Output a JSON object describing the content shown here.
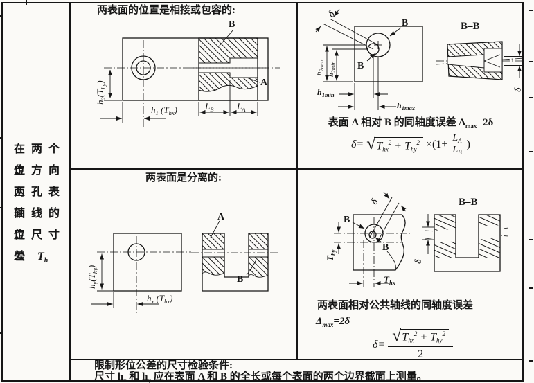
{
  "palette": {
    "ink": "#161616",
    "paper": "#fbfaf7"
  },
  "row_header": {
    "lines": [
      "在两个定",
      "位方向上",
      "两孔表面",
      "轴线的定",
      "位尺寸公"
    ],
    "tail_char": "差",
    "tail_symbol": "T",
    "tail_symbol_sub": "h"
  },
  "case1": {
    "header": "两表面的位置是相接或包容的:",
    "front_view": {
      "dim_vertical": "h~2~(T~hy~)",
      "dim_horizontal": "h~1~ (T~hx~)"
    },
    "section_view": {
      "label_top": "B",
      "label_side": "A",
      "dim_left": "L~B~",
      "dim_right": "L~A~"
    },
    "detail_view": {
      "offset_label": "δ",
      "arrow_label_top": "B",
      "arrow_label_bottom": "B",
      "dim_h2max": "h~2max~",
      "dim_h2min": "h~2min~",
      "dim_h1min": "h~1min~",
      "dim_h1max": "h~1max~"
    },
    "section_bb": {
      "title": "B–B",
      "offset_label": "δ"
    },
    "caption": "表面 A 相对 B 的同轴度误差 Δ~max~=2δ",
    "formula": {
      "lhs": "δ=",
      "radicand": "T~hx~^2^ + T~hy~^2^",
      "operator": "×(1+",
      "frac_num": "L~A~",
      "frac_den": "L~B~",
      "close": ")"
    }
  },
  "case2": {
    "header": "两表面是分离的:",
    "front_view": {
      "dim_vertical": "h~y~(T~hy~)",
      "dim_horizontal": "h~x~ (T~hx~)"
    },
    "section_view": {
      "label_top": "A",
      "label_bottom": "B"
    },
    "detail_view": {
      "offset_label": "δ",
      "arrow_label_top": "B",
      "arrow_label_bottom": "B",
      "dim_thy": "T~hy~",
      "dim_thx": "T~hx~"
    },
    "section_bb": {
      "title": "B–B",
      "offset_label": "δ"
    },
    "caption_line1": "两表面相对公共轴线的同轴度误差",
    "caption_line2": "Δ~max~=2δ",
    "formula": {
      "lhs": "δ=",
      "radicand": "T~hx~^2^ + T~hy~^2^",
      "denominator": "2"
    }
  },
  "footer": {
    "line1": "限制形位公差的尺寸检验条件:",
    "line2": "尺寸 h~x~ 和 h~y~ 应在表面 A 和 B 的全长或每个表面的两个边界截面上测量。"
  }
}
